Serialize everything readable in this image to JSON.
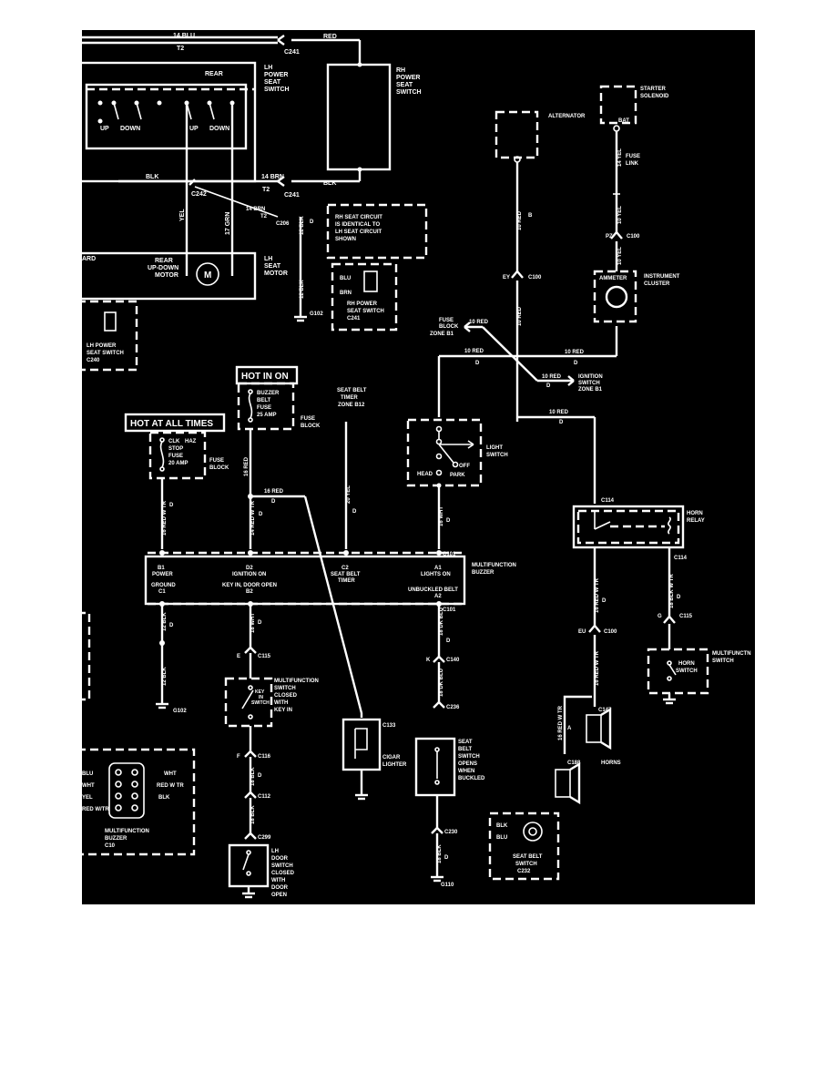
{
  "labels": {
    "wire_14blu": "14 BLU",
    "t2": "T2",
    "red": "RED",
    "c241": "C241",
    "rear": "REAR",
    "lh_power_seat_switch": [
      "LH",
      "POWER",
      "SEAT",
      "SWITCH"
    ],
    "rh_power_seat_switch": [
      "RH",
      "POWER",
      "SEAT",
      "SWITCH"
    ],
    "up": "UP",
    "down": "DOWN",
    "blk": "BLK",
    "wire_14brn": "14 BRN",
    "c242": "C242",
    "c206": "C206",
    "yel": "YEL",
    "wire_17grn": "17 GRN",
    "wire_12blk": "12 BLK",
    "d": "D",
    "rear_motor": [
      "REAR",
      "UP-DOWN",
      "MOTOR"
    ],
    "motor_m": "M",
    "lh_seat_motor": [
      "LH",
      "SEAT",
      "MOTOR"
    ],
    "ard": "ARD",
    "g102": "G102",
    "rh_seat_note": [
      "RH SEAT CIRCUIT",
      "IS IDENTICAL TO",
      "LH SEAT CIRCUIT",
      "SHOWN"
    ],
    "blu": "BLU",
    "brn": "BRN",
    "rh_power_seat_conn": [
      "RH POWER",
      "SEAT SWITCH",
      "C241"
    ],
    "lh_power_seat_conn": [
      "LH POWER",
      "SEAT SWITCH",
      "C240"
    ],
    "alternator": "ALTERNATOR",
    "starter_solenoid": [
      "STARTER",
      "SOLENOID"
    ],
    "bat": "BAT",
    "wire_14yel": "14 YEL",
    "fuse_link": [
      "FUSE",
      "LINK"
    ],
    "wire_10red": "10 RED",
    "wire_10yel": "10 YEL",
    "b": "B",
    "ey": "EY",
    "c100": "C100",
    "pz": "PZ",
    "ammeter": "AMMETER",
    "instrument_cluster": [
      "INSTRUMENT",
      "CLUSTER"
    ],
    "fuse_block_b1": [
      "FUSE",
      "BLOCK",
      "ZONE B1"
    ],
    "ignition_switch_b1": [
      "IGNITION",
      "SWITCH",
      "ZONE B1"
    ],
    "hot_in_on": "HOT IN ON",
    "hot_at_all_times": "HOT AT ALL TIMES",
    "buzzer_fuse": [
      "BUZZER",
      "BELT",
      "FUSE",
      "25 AMP"
    ],
    "ctsy_fuse": [
      "CLK",
      "HAZ",
      "STOP",
      "FUSE",
      "20 AMP"
    ],
    "fuse_block": [
      "FUSE",
      "BLOCK"
    ],
    "seat_belt_timer": [
      "SEAT BELT",
      "TIMER",
      "ZONE B12"
    ],
    "wire_20yel": "20 YEL",
    "wire_16red": "16 RED",
    "wire_16redwtr": "16 RED W TR",
    "wire_14redwtr": "14 RED W TR",
    "wire_16wht": "16 WHT",
    "light_switch": [
      "LIGHT",
      "SWITCH"
    ],
    "off": "OFF",
    "head": "HEAD",
    "park": "PARK",
    "c101": "C101",
    "multifunction_buzzer": [
      "MULTIFUNCTION",
      "BUZZER"
    ],
    "pins": {
      "b1": [
        "B1",
        "POWER"
      ],
      "d2": [
        "D2",
        "IGNITION ON"
      ],
      "c2": [
        "C2",
        "SEAT BELT",
        "TIMER"
      ],
      "a1": [
        "A1",
        "LIGHTS ON"
      ],
      "ground": [
        "GROUND",
        "C1"
      ],
      "key": [
        "KEY IN, DOOR OPEN",
        "B2"
      ],
      "belt": [
        "UNBUCKLED BELT",
        "A2"
      ]
    },
    "c114": "C114",
    "horn_relay": [
      "HORN",
      "RELAY"
    ],
    "wire_16redwtr_2": "16 RED W TR",
    "wire_18blkwtr": "18 BLK W TR",
    "eu": "EU",
    "g": "G",
    "c115": "C115",
    "c101b": "C101",
    "horn_switch": [
      "HORN",
      "SWITCH"
    ],
    "multifunction_switch_horn": [
      "MULTIFUNCTN",
      "SWITCH"
    ],
    "c147": "C147",
    "c188": "C188",
    "horns": "HORNS",
    "a": "A",
    "wire_18blk": "18 BLK",
    "wire_12blk_2": "12 BLK",
    "wire_18wht": "18 WHT",
    "wire_18dkblu": "18 DK BLU",
    "e": "E",
    "k": "K",
    "c140": "C140",
    "c236": "C236",
    "key_in_switch": [
      "KEY",
      "IN",
      "SWITCH"
    ],
    "multifunction_switch": [
      "MULTIFUNCTION",
      "SWITCH",
      "CLOSED",
      "WITH",
      "KEY IN"
    ],
    "cigar_lighter": [
      "CIGAR",
      "LIGHTER"
    ],
    "c133": "C133",
    "seat_belt_switch": [
      "SEAT",
      "BELT",
      "SWITCH",
      "OPENS",
      "WHEN",
      "BUCKLED"
    ],
    "f": "F",
    "c116": "C116",
    "c112": "C112",
    "c299": "C299",
    "c230": "C230",
    "lh_door_switch": [
      "LH",
      "DOOR",
      "SWITCH",
      "CLOSED",
      "WITH",
      "DOOR",
      "OPEN"
    ],
    "g110": "G110",
    "wht": "WHT",
    "red_wtr": "RED W TR",
    "buzzer_conn": [
      "MULTIFUNCTION",
      "BUZZER",
      "C10"
    ],
    "buzzer_conn_left": [
      "BLU",
      "WHT",
      "YEL",
      "RED W/TR"
    ],
    "seat_belt_switch_conn": [
      "SEAT BELT",
      "SWITCH",
      "C232"
    ]
  }
}
